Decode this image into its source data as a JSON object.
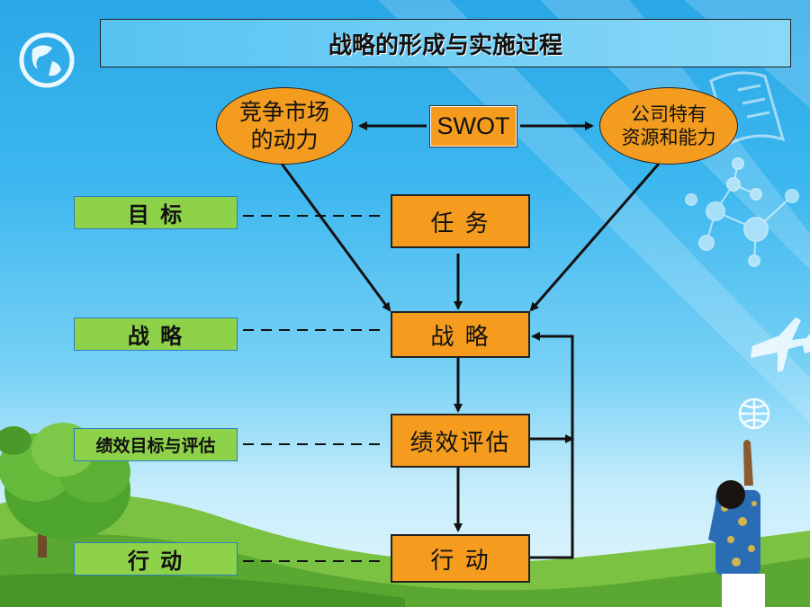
{
  "title": "战略的形成与实施过程",
  "ovals": {
    "left_line1": "竞争市场",
    "left_line2": "的动力",
    "right_line1": "公司特有",
    "right_line2": "资源和能力"
  },
  "swot_label": "SWOT",
  "flow": {
    "task": "任 务",
    "strategy": "战 略",
    "evaluation": "绩效评估",
    "action": "行 动"
  },
  "side_labels": {
    "goal": "目 标",
    "strategy": "战 略",
    "performance_goal": "绩效目标与评估",
    "action": "行 动"
  },
  "colors": {
    "orange_box": "#f59c1e",
    "green_label": "#8ed24a",
    "arrow": "#111111"
  }
}
